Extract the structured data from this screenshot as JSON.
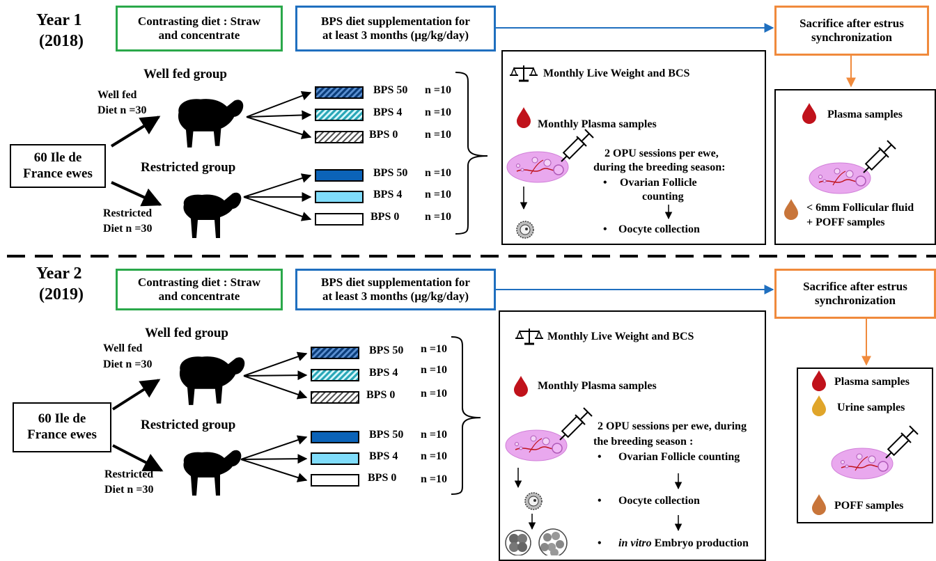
{
  "year1": {
    "year": "Year 1",
    "year_paren": "(2018)",
    "diet_box": [
      "Contrasting diet : Straw",
      "and concentrate"
    ],
    "bps_box": [
      "BPS diet supplementation for",
      "at least 3 months (µg/kg/day)"
    ],
    "sacrifice_box": [
      "Sacrifice after estrus",
      "synchronization"
    ],
    "ewes": [
      "60 Ile de",
      "France ewes"
    ],
    "wellfed_group": "Well fed group",
    "wellfed_label": [
      "Well fed",
      "Diet n =30"
    ],
    "restricted_group": "Restricted group",
    "restricted_label": [
      "Restricted",
      "Diet n =30"
    ],
    "treatments": [
      {
        "label": "BPS 50",
        "n": "n =10"
      },
      {
        "label": "BPS 4",
        "n": "n =10"
      },
      {
        "label": "BPS 0",
        "n": "n =10"
      },
      {
        "label": "BPS 50",
        "n": "n =10"
      },
      {
        "label": "BPS 4",
        "n": "n =10"
      },
      {
        "label": "BPS 0",
        "n": "n =10"
      }
    ],
    "monthly_weight": "Monthly Live Weight and BCS",
    "monthly_plasma": "Monthly Plasma samples",
    "opu": [
      "2 OPU sessions per ewe,",
      "during the breeding season:"
    ],
    "opu_steps": [
      "Ovarian Follicle",
      "counting",
      "Oocyte collection"
    ],
    "sacrifice_panel": {
      "plasma": "Plasma samples",
      "follicular": [
        "< 6mm Follicular fluid",
        "+ POFF samples"
      ]
    }
  },
  "year2": {
    "year": "Year 2",
    "year_paren": "(2019)",
    "diet_box": [
      "Contrasting diet : Straw",
      "and concentrate"
    ],
    "bps_box": [
      "BPS diet supplementation for",
      "at least 3 months (µg/kg/day)"
    ],
    "sacrifice_box": [
      "Sacrifice after estrus",
      "synchronization"
    ],
    "ewes": [
      "60 Ile de",
      "France ewes"
    ],
    "wellfed_group": "Well fed group",
    "wellfed_label": [
      "Well fed",
      "Diet n =30"
    ],
    "restricted_group": "Restricted group",
    "restricted_label": [
      "Restricted",
      "Diet n =30"
    ],
    "treatments": [
      {
        "label": "BPS 50",
        "n": "n =10"
      },
      {
        "label": "BPS 4",
        "n": "n =10"
      },
      {
        "label": "BPS 0",
        "n": "n =10"
      },
      {
        "label": "BPS 50",
        "n": "n =10"
      },
      {
        "label": "BPS 4",
        "n": "n =10"
      },
      {
        "label": "BPS 0",
        "n": "n =10"
      }
    ],
    "monthly_weight": "Monthly Live Weight and BCS",
    "monthly_plasma": "Monthly Plasma samples",
    "opu": [
      "2 OPU sessions per ewe, during",
      "the breeding season :"
    ],
    "opu_steps": [
      "Ovarian Follicle counting",
      "Oocyte collection",
      "in vitro",
      " Embryo production"
    ],
    "sacrifice_panel": {
      "plasma": "Plasma samples",
      "urine": "Urine samples",
      "poff": "POFF samples"
    }
  },
  "colors": {
    "green": "#2aa84a",
    "blue": "#1f6fbf",
    "orange": "#f08a3c",
    "blood": "#c0121b",
    "follicular": "#c8753a",
    "urine": "#e0a52a",
    "ovary": "#e9a8ee"
  }
}
